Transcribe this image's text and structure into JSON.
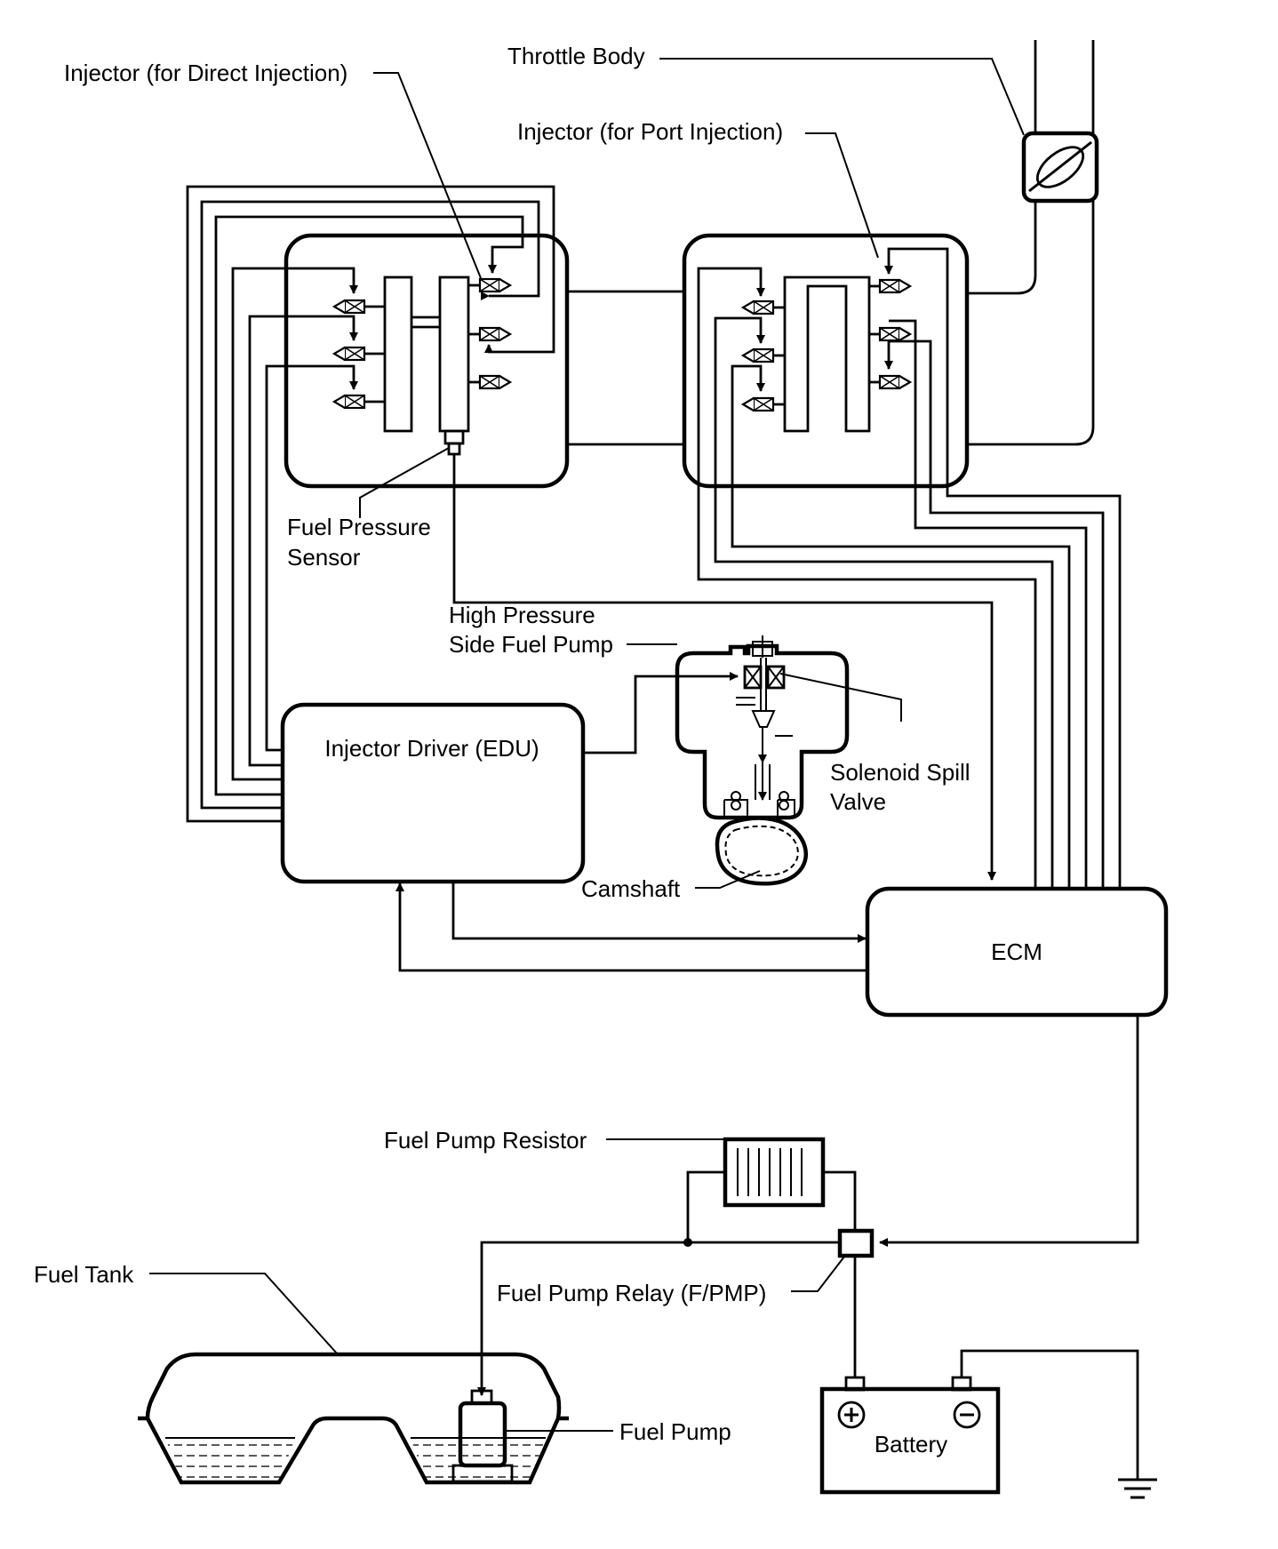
{
  "diagram": {
    "labels": {
      "injector_direct": "Injector (for Direct Injection)",
      "throttle_body": "Throttle Body",
      "injector_port": "Injector (for Port Injection)",
      "fuel_pressure_sensor_line1": "Fuel Pressure",
      "fuel_pressure_sensor_line2": "Sensor",
      "hp_pump_line1": "High Pressure",
      "hp_pump_line2": "Side Fuel Pump",
      "injector_driver": "Injector Driver (EDU)",
      "solenoid_line1": "Solenoid Spill",
      "solenoid_line2": "Valve",
      "camshaft": "Camshaft",
      "ecm": "ECM",
      "fuel_pump_resistor": "Fuel Pump Resistor",
      "fuel_tank": "Fuel Tank",
      "fuel_pump_relay": "Fuel Pump Relay (F/PMP)",
      "fuel_pump": "Fuel Pump",
      "battery": "Battery"
    },
    "colors": {
      "line": "#000000",
      "background": "#ffffff"
    }
  }
}
